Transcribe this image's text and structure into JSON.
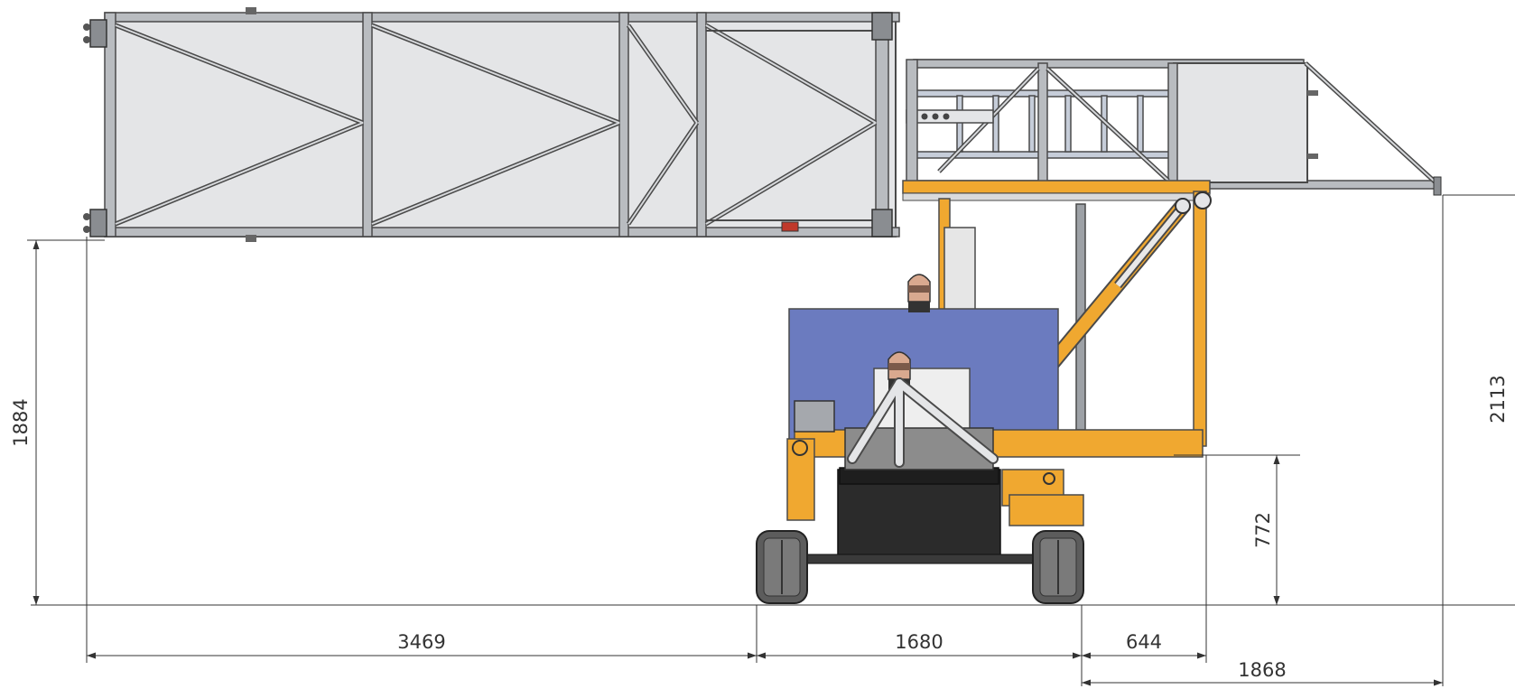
{
  "dimensions": {
    "left_overhang": "3469",
    "track_width": "1680",
    "right_offset": "644",
    "right_overhang": "1868",
    "platform_height": "1884",
    "total_height": "2113",
    "lower_height": "772"
  },
  "colors": {
    "frame_stroke": "#4a4a4a",
    "frame_member": "#b9bcc0",
    "panel_fill": "#e4e5e7",
    "boom_orange": "#f0a830",
    "mast_blue": "#6b7bbf",
    "chassis_dark": "#2b2b2b",
    "tire": "#5c5c5c",
    "dimension_line": "#333333"
  }
}
